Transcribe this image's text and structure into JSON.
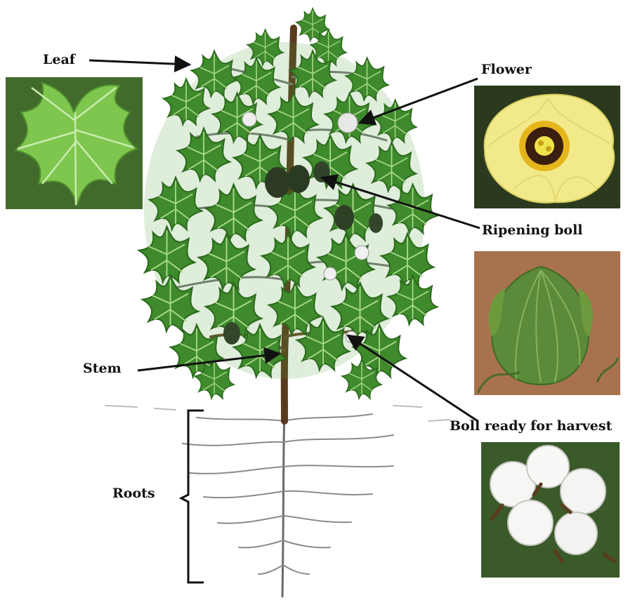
{
  "labels": {
    "leaf": "Leaf",
    "flower": "Flower",
    "ripening_boll": "Ripening boll",
    "stem": "Stem",
    "boll_ready": "Boll ready for harvest",
    "roots": "Roots"
  },
  "colors": {
    "leaf_green": "#3e8a2c",
    "leaf_light": "#7cc04a",
    "stem_brown": "#5a3b1e",
    "flower_yellow": "#f2ea8a",
    "flower_center": "#e4c21c",
    "boll_green": "#5b8a3a",
    "cotton_white": "#f6f6f4",
    "root_gray": "#8a8a8a",
    "text": "#111111"
  }
}
